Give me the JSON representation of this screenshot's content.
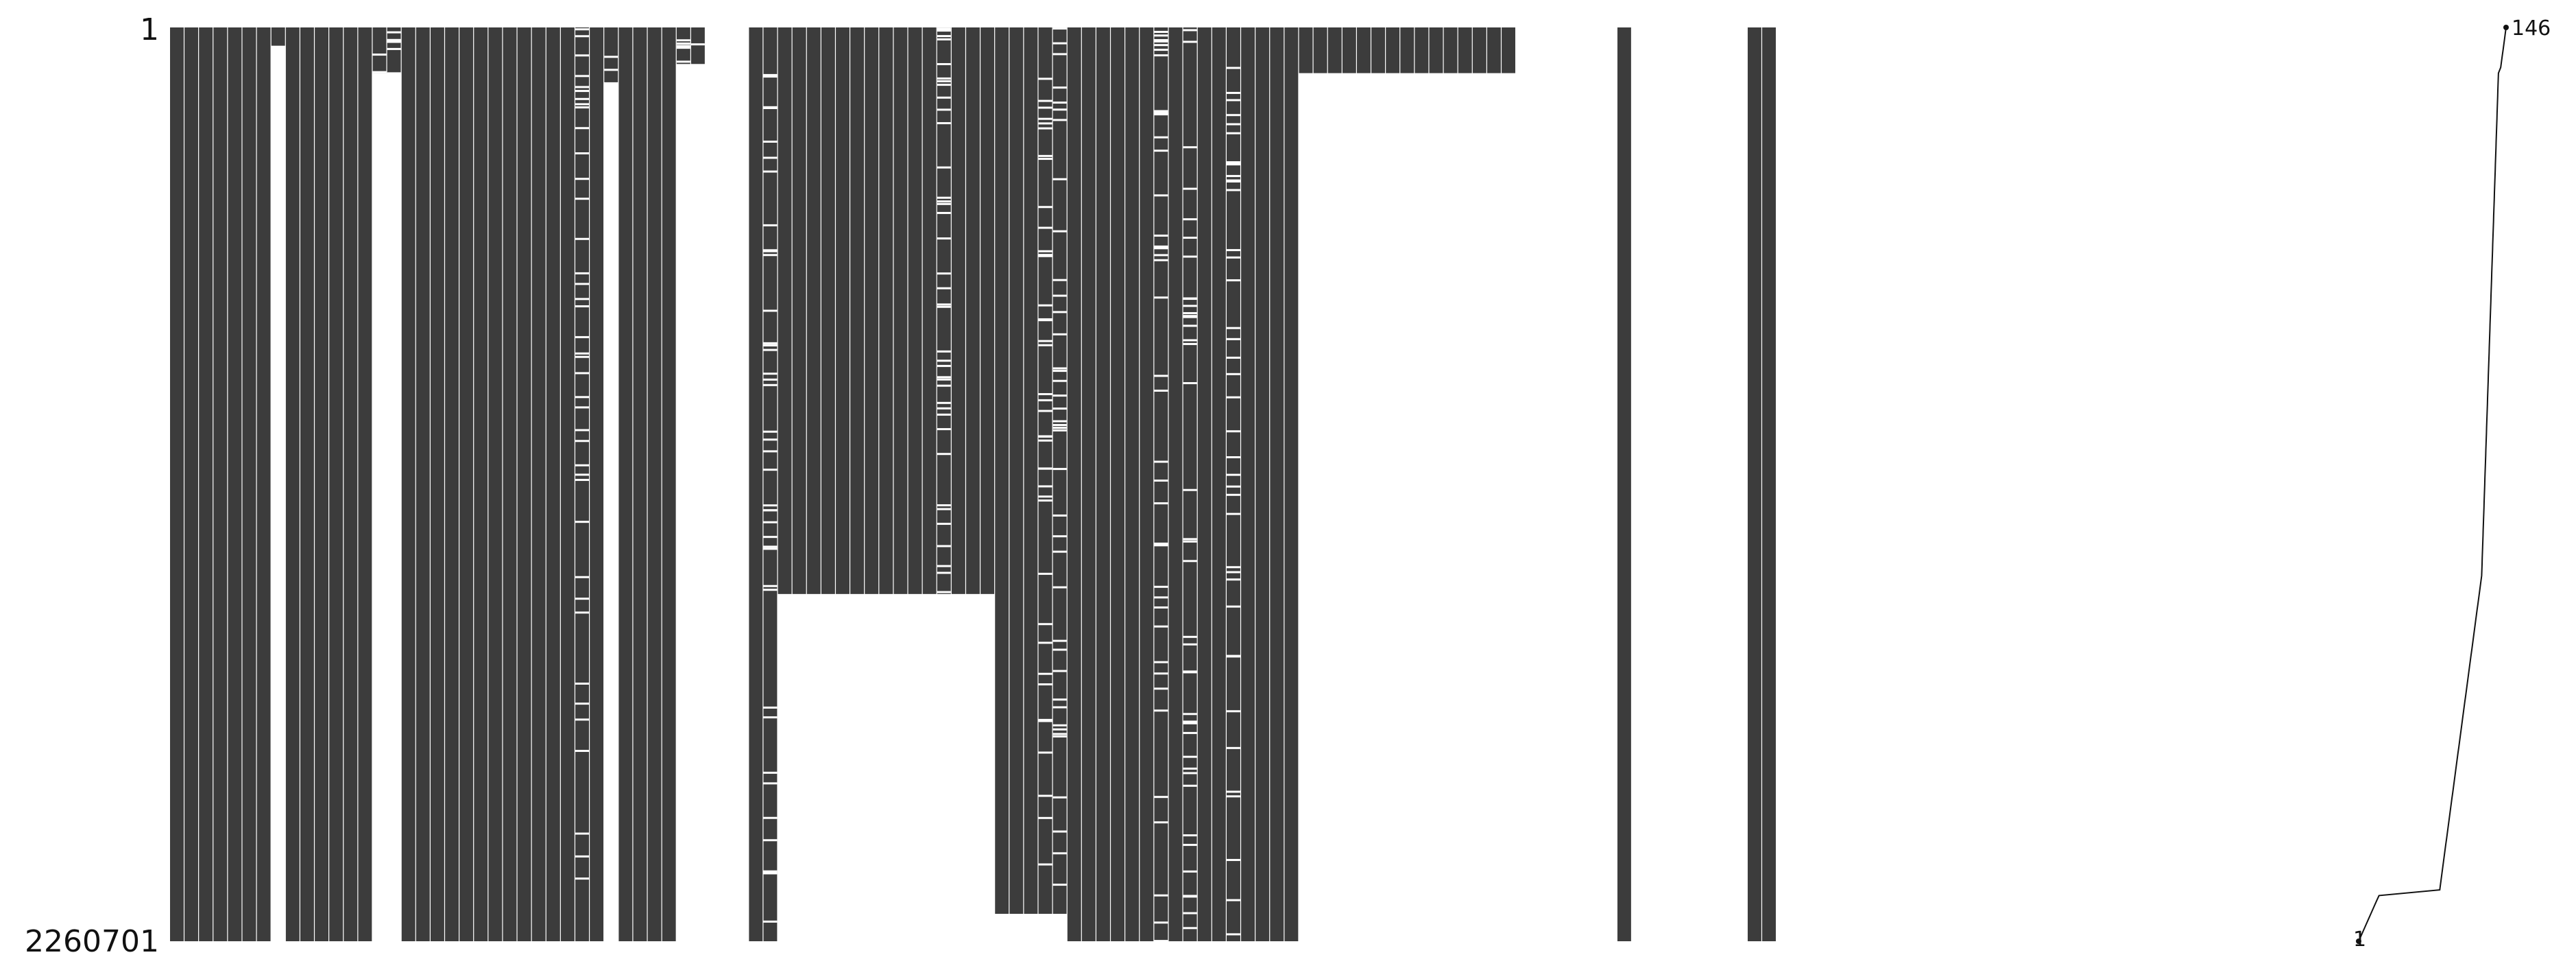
{
  "chart_data": {
    "type": "heatmap",
    "title": "",
    "xlabel": "",
    "ylabel": "",
    "row_range": [
      1,
      2260701
    ],
    "rows_start_label": "1",
    "rows_end_label": "2260701",
    "sparkline": {
      "min_label": "1",
      "max_label": "146",
      "min_value": 1,
      "max_value": 146
    },
    "columns_count": 146,
    "colors": {
      "present": "#3c3c3c",
      "missing": "#ffffff",
      "line": "#111111"
    },
    "grid": false,
    "legend": "none"
  }
}
